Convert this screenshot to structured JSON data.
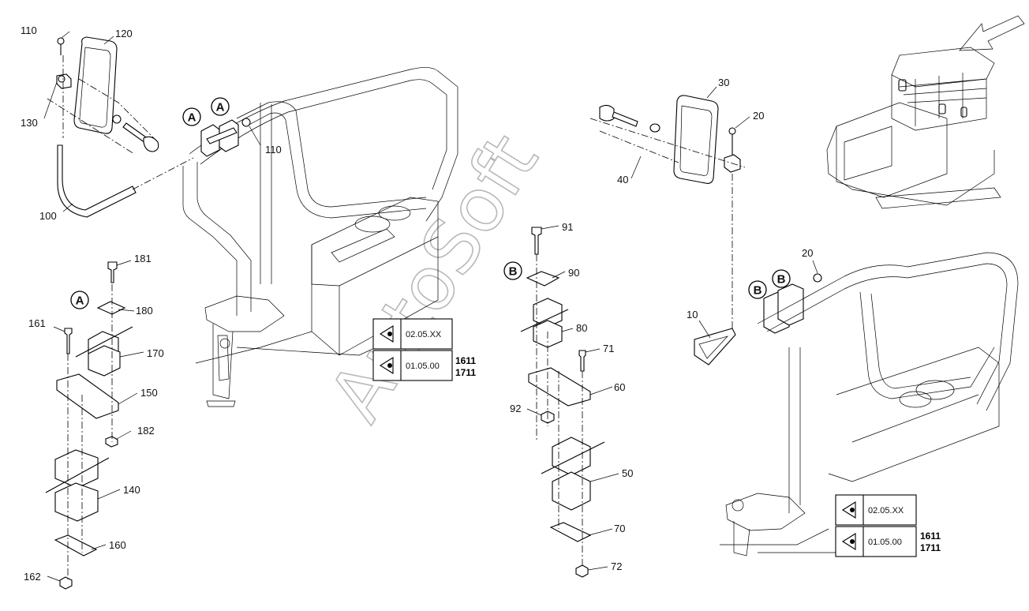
{
  "watermark": "AutoSoft",
  "part_numbers": {
    "p110a": "110",
    "p120": "120",
    "p130": "130",
    "p110b": "110",
    "p100": "100",
    "p181": "181",
    "p180": "180",
    "p161": "161",
    "p170": "170",
    "p150": "150",
    "p182": "182",
    "p140": "140",
    "p160": "160",
    "p162": "162",
    "p30": "30",
    "p20a": "20",
    "p40": "40",
    "p91": "91",
    "p90": "90",
    "p80": "80",
    "p71": "71",
    "p60": "60",
    "p92": "92",
    "p50": "50",
    "p70": "70",
    "p72": "72",
    "p20b": "20",
    "p10": "10"
  },
  "callouts": {
    "a": "A",
    "b": "B"
  },
  "references": {
    "center": [
      {
        "code": "02.05.XX",
        "extra": ""
      },
      {
        "code": "01.05.00",
        "extra1": "1611",
        "extra2": "1711"
      }
    ],
    "right": [
      {
        "code": "02.05.XX",
        "extra": ""
      },
      {
        "code": "01.05.00",
        "extra1": "1611",
        "extra2": "1711"
      }
    ]
  }
}
